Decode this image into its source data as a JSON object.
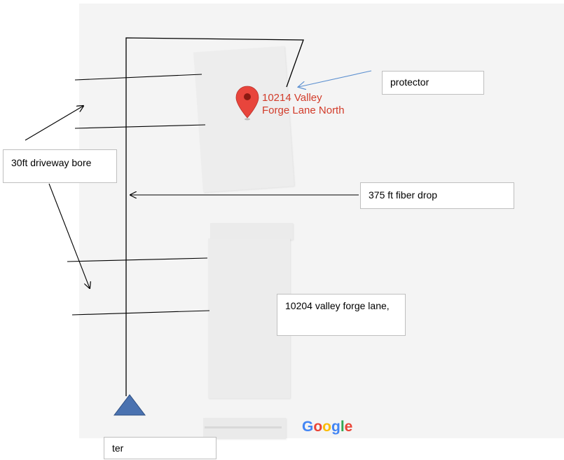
{
  "map": {
    "pin_address": "10214 Valley\nForge Lane North",
    "pin_color": "#d23c2a",
    "watermark": [
      "G",
      "o",
      "o",
      "g",
      "l",
      "e"
    ]
  },
  "callouts": {
    "protector": "protector",
    "bore": "30ft driveway bore",
    "fiber_drop": "375 ft fiber drop",
    "neighbor": "10204 valley forge lane,",
    "ter": "ter"
  },
  "colors": {
    "terminal": "#4a72b0",
    "protector_arrow": "#5b8fd0",
    "lines": "#000000"
  },
  "icons": {
    "pin": "map-pin-icon",
    "terminal": "terminal-triangle-icon"
  }
}
